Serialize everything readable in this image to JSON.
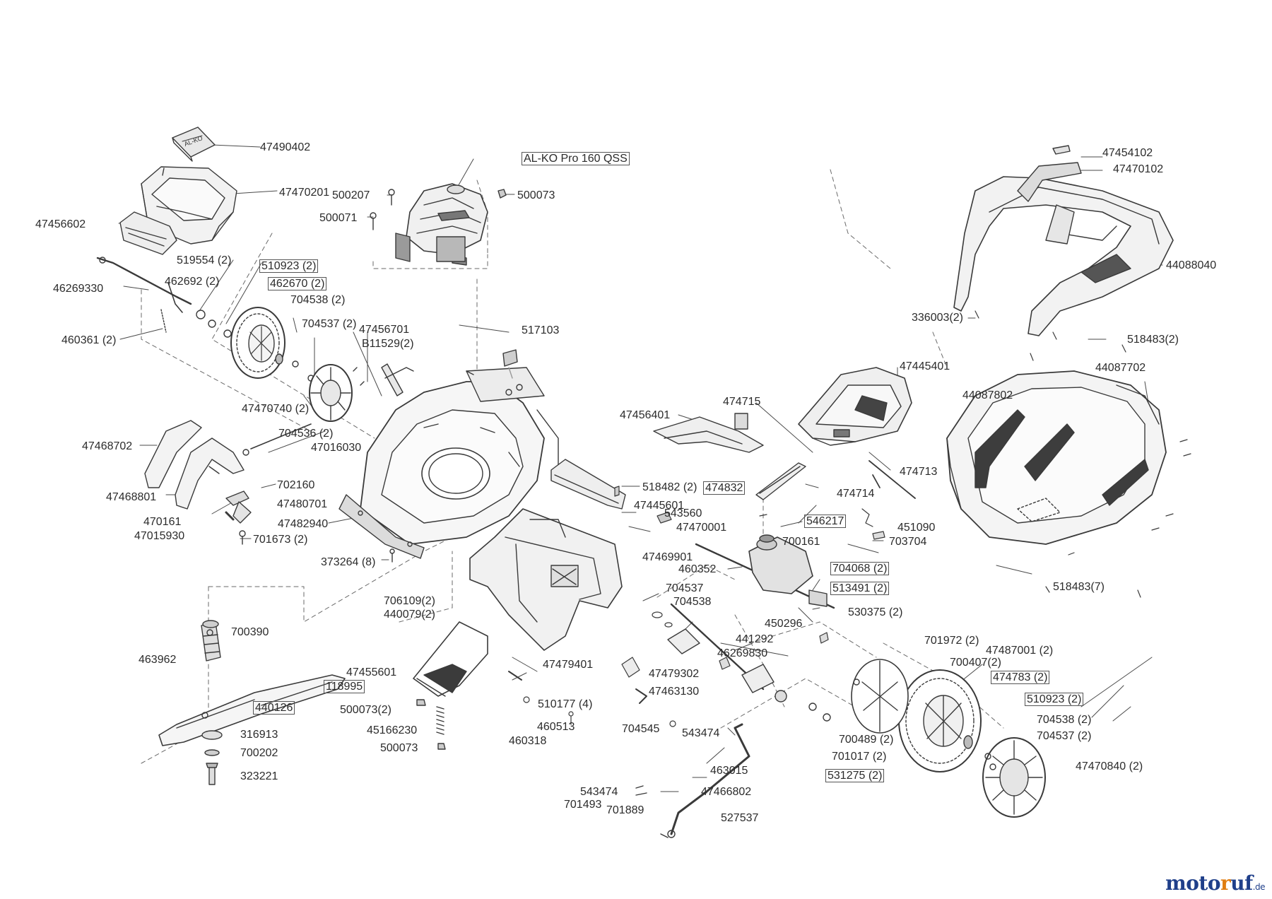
{
  "brand_logo": {
    "letters": [
      "moto",
      "r",
      "uf"
    ],
    "tld": ".de"
  },
  "engine_label": "AL-KO Pro 160 QSS",
  "parts": [
    {
      "id": "p01",
      "text": "47490402",
      "boxed": false
    },
    {
      "id": "p02",
      "text": "47470201",
      "boxed": false
    },
    {
      "id": "p03",
      "text": "47456602",
      "boxed": false
    },
    {
      "id": "p04",
      "text": "500207",
      "boxed": false
    },
    {
      "id": "p05",
      "text": "500071",
      "boxed": false
    },
    {
      "id": "p06",
      "text": "500073",
      "boxed": false
    },
    {
      "id": "p07",
      "text": "519554 (2)",
      "boxed": false
    },
    {
      "id": "p08",
      "text": "510923 (2)",
      "boxed": true
    },
    {
      "id": "p09",
      "text": "462692 (2)",
      "boxed": false
    },
    {
      "id": "p10",
      "text": "462670 (2)",
      "boxed": true
    },
    {
      "id": "p11",
      "text": "46269330",
      "boxed": false
    },
    {
      "id": "p12",
      "text": "704538 (2)",
      "boxed": false
    },
    {
      "id": "p13",
      "text": "704537 (2)",
      "boxed": false
    },
    {
      "id": "p14",
      "text": "47456701",
      "boxed": false
    },
    {
      "id": "p15",
      "text": "B11529(2)",
      "boxed": false
    },
    {
      "id": "p16",
      "text": "460361 (2)",
      "boxed": false
    },
    {
      "id": "p17",
      "text": "517103",
      "boxed": false
    },
    {
      "id": "p18",
      "text": "47470740 (2)",
      "boxed": false
    },
    {
      "id": "p19",
      "text": "704536 (2)",
      "boxed": false
    },
    {
      "id": "p20",
      "text": "47016030",
      "boxed": false
    },
    {
      "id": "p21",
      "text": "47468702",
      "boxed": false
    },
    {
      "id": "p22",
      "text": "702160",
      "boxed": false
    },
    {
      "id": "p23",
      "text": "47468801",
      "boxed": false
    },
    {
      "id": "p24",
      "text": "47480701",
      "boxed": false
    },
    {
      "id": "p25",
      "text": "470161",
      "boxed": false
    },
    {
      "id": "p26",
      "text": "47482940",
      "boxed": false
    },
    {
      "id": "p27",
      "text": "47015930",
      "boxed": false
    },
    {
      "id": "p28",
      "text": "701673 (2)",
      "boxed": false
    },
    {
      "id": "p29",
      "text": "373264 (8)",
      "boxed": false
    },
    {
      "id": "p30",
      "text": "47454102",
      "boxed": false
    },
    {
      "id": "p31",
      "text": "47470102",
      "boxed": false
    },
    {
      "id": "p32",
      "text": "44088040",
      "boxed": false
    },
    {
      "id": "p33",
      "text": "336003(2)",
      "boxed": false
    },
    {
      "id": "p34",
      "text": "518483(2)",
      "boxed": false
    },
    {
      "id": "p35",
      "text": "47445401",
      "boxed": false
    },
    {
      "id": "p36",
      "text": "44087702",
      "boxed": false
    },
    {
      "id": "p37",
      "text": "44087802",
      "boxed": false
    },
    {
      "id": "p38",
      "text": "474715",
      "boxed": false
    },
    {
      "id": "p39",
      "text": "47456401",
      "boxed": false
    },
    {
      "id": "p40",
      "text": "474713",
      "boxed": false
    },
    {
      "id": "p41",
      "text": "474832",
      "boxed": true
    },
    {
      "id": "p42",
      "text": "474714",
      "boxed": false
    },
    {
      "id": "p43",
      "text": "518482 (2)",
      "boxed": false
    },
    {
      "id": "p44",
      "text": "47445601",
      "boxed": false
    },
    {
      "id": "p45",
      "text": "543560",
      "boxed": false
    },
    {
      "id": "p46",
      "text": "47470001",
      "boxed": false
    },
    {
      "id": "p47",
      "text": "546217",
      "boxed": true
    },
    {
      "id": "p48",
      "text": "451090",
      "boxed": false
    },
    {
      "id": "p49",
      "text": "700161",
      "boxed": false
    },
    {
      "id": "p50",
      "text": "703704",
      "boxed": false
    },
    {
      "id": "p51",
      "text": "47469901",
      "boxed": false
    },
    {
      "id": "p52",
      "text": "460352",
      "boxed": false
    },
    {
      "id": "p53",
      "text": "704068 (2)",
      "boxed": true
    },
    {
      "id": "p54",
      "text": "513491 (2)",
      "boxed": true
    },
    {
      "id": "p55",
      "text": "518483(7)",
      "boxed": false
    },
    {
      "id": "p56",
      "text": "704537",
      "boxed": false
    },
    {
      "id": "p57",
      "text": "704538",
      "boxed": false
    },
    {
      "id": "p58",
      "text": "706109(2)",
      "boxed": false
    },
    {
      "id": "p59",
      "text": "440079(2)",
      "boxed": false
    },
    {
      "id": "p60",
      "text": "530375 (2)",
      "boxed": false
    },
    {
      "id": "p61",
      "text": "450296",
      "boxed": false
    },
    {
      "id": "p62",
      "text": "441292",
      "boxed": false
    },
    {
      "id": "p63",
      "text": "700390",
      "boxed": false
    },
    {
      "id": "p64",
      "text": "46269830",
      "boxed": false
    },
    {
      "id": "p65",
      "text": "701972 (2)",
      "boxed": false
    },
    {
      "id": "p66",
      "text": "47487001 (2)",
      "boxed": false
    },
    {
      "id": "p67",
      "text": "463962",
      "boxed": false
    },
    {
      "id": "p68",
      "text": "47479401",
      "boxed": false
    },
    {
      "id": "p69",
      "text": "47479302",
      "boxed": false
    },
    {
      "id": "p70",
      "text": "700407(2)",
      "boxed": false
    },
    {
      "id": "p71",
      "text": "474783 (2)",
      "boxed": true
    },
    {
      "id": "p72",
      "text": "47455601",
      "boxed": false
    },
    {
      "id": "p73",
      "text": "118995",
      "boxed": true
    },
    {
      "id": "p74",
      "text": "47463130",
      "boxed": false
    },
    {
      "id": "p75",
      "text": "510923 (2)",
      "boxed": true
    },
    {
      "id": "p76",
      "text": "440126",
      "boxed": true
    },
    {
      "id": "p77",
      "text": "500073(2)",
      "boxed": false
    },
    {
      "id": "p78",
      "text": "510177 (4)",
      "boxed": false
    },
    {
      "id": "p79",
      "text": "704538 (2)",
      "boxed": false
    },
    {
      "id": "p80",
      "text": "460513",
      "boxed": false
    },
    {
      "id": "p81",
      "text": "45166230",
      "boxed": false
    },
    {
      "id": "p82",
      "text": "704545",
      "boxed": false
    },
    {
      "id": "p83",
      "text": "543474",
      "boxed": false
    },
    {
      "id": "p84",
      "text": "704537 (2)",
      "boxed": false
    },
    {
      "id": "p85",
      "text": "316913",
      "boxed": false
    },
    {
      "id": "p86",
      "text": "700489 (2)",
      "boxed": false
    },
    {
      "id": "p87",
      "text": "500073",
      "boxed": false
    },
    {
      "id": "p88",
      "text": "460318",
      "boxed": false
    },
    {
      "id": "p89",
      "text": "701017 (2)",
      "boxed": false
    },
    {
      "id": "p90",
      "text": "47470840 (2)",
      "boxed": false
    },
    {
      "id": "p91",
      "text": "700202",
      "boxed": false
    },
    {
      "id": "p92",
      "text": "463015",
      "boxed": false
    },
    {
      "id": "p93",
      "text": "531275 (2)",
      "boxed": true
    },
    {
      "id": "p94",
      "text": "323221",
      "boxed": false
    },
    {
      "id": "p95",
      "text": "543474",
      "boxed": false
    },
    {
      "id": "p96",
      "text": "47466802",
      "boxed": false
    },
    {
      "id": "p97",
      "text": "701493",
      "boxed": false
    },
    {
      "id": "p98",
      "text": "701889",
      "boxed": false
    },
    {
      "id": "p99",
      "text": "527537",
      "boxed": false
    }
  ]
}
